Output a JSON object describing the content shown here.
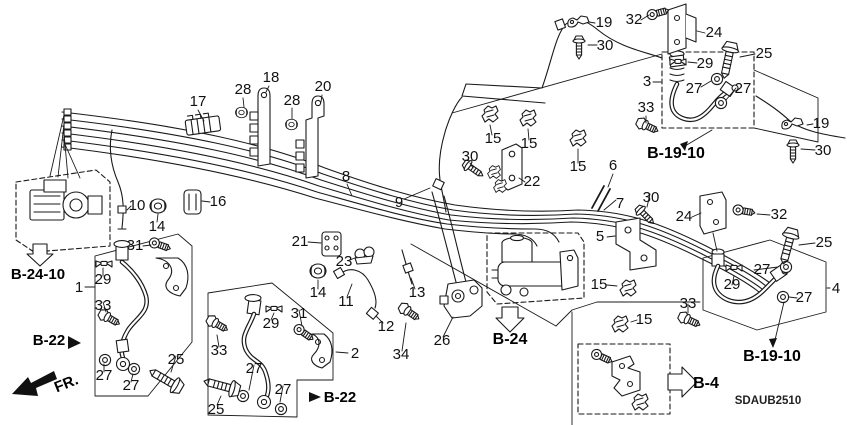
{
  "code": "SDAUB2510",
  "colors": {
    "line": "#1a1a1a",
    "text": "#111111",
    "background": "#ffffff"
  },
  "refs": {
    "b24_10": "B-24-10",
    "b22_a": "B-22",
    "b22_b": "B-22",
    "b24": "B-24",
    "b4": "B-4",
    "b19_10_a": "B-19-10",
    "b19_10_b": "B-19-10",
    "fr": "FR."
  },
  "callouts": {
    "p1": "1",
    "p2": "2",
    "p3": "3",
    "p4": "4",
    "p5": "5",
    "p6": "6",
    "p7": "7",
    "p8": "8",
    "p9": "9",
    "p10": "10",
    "p11": "11",
    "p12": "12",
    "p13": "13",
    "p14a": "14",
    "p14b": "14",
    "p15a": "15",
    "p15b": "15",
    "p15c": "15",
    "p15d": "15",
    "p15e": "15",
    "p16": "16",
    "p17": "17",
    "p18": "18",
    "p19a": "19",
    "p19b": "19",
    "p20": "20",
    "p21": "21",
    "p22": "22",
    "p23": "23",
    "p24a": "24",
    "p24b": "24",
    "p25a": "25",
    "p25b": "25",
    "p25c": "25",
    "p25d": "25",
    "p26": "26",
    "p27a": "27",
    "p27b": "27",
    "p27c": "27",
    "p27d": "27",
    "p27e": "27",
    "p27f": "27",
    "p27g": "27",
    "p27h": "27",
    "p28a": "28",
    "p28b": "28",
    "p29a": "29",
    "p29b": "29",
    "p29c": "29",
    "p29d": "29",
    "p30a": "30",
    "p30b": "30",
    "p30c": "30",
    "p30d": "30",
    "p31a": "31",
    "p31b": "31",
    "p32a": "32",
    "p32b": "32",
    "p33a": "33",
    "p33b": "33",
    "p33c": "33",
    "p33d": "33",
    "p34": "34"
  }
}
